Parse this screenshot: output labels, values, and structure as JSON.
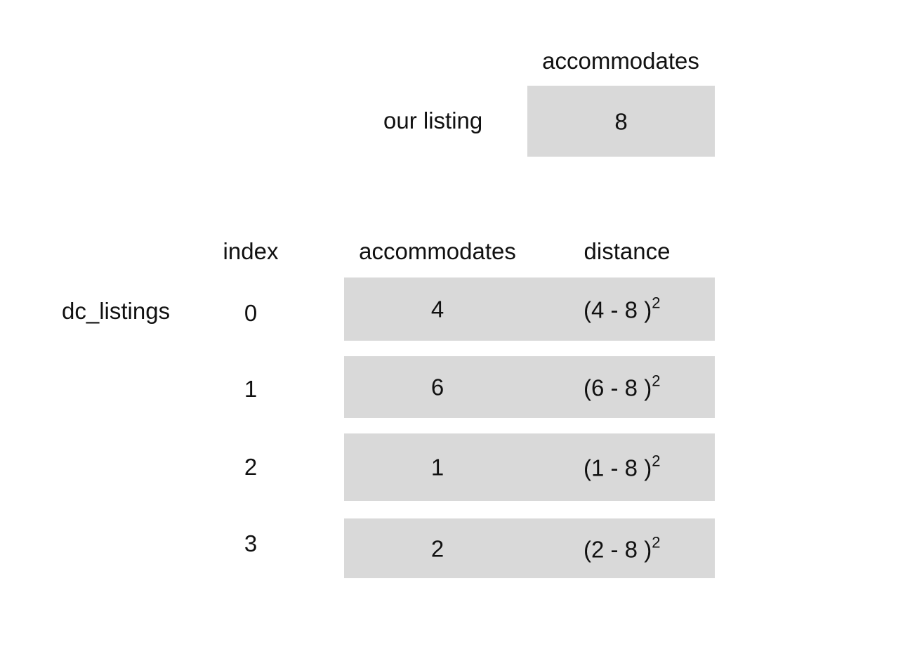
{
  "our_listing": {
    "column_header": "accommodates",
    "row_label": "our listing",
    "value": "8"
  },
  "dc_listings": {
    "label": "dc_listings",
    "headers": {
      "index": "index",
      "accommodates": "accommodates",
      "distance": "distance"
    },
    "rows": [
      {
        "index": "0",
        "accommodates": "4",
        "distance_base": "(4 - 8 )",
        "distance_exp": "2"
      },
      {
        "index": "1",
        "accommodates": "6",
        "distance_base": "(6 - 8 )",
        "distance_exp": "2"
      },
      {
        "index": "2",
        "accommodates": "1",
        "distance_base": "(1 - 8 )",
        "distance_exp": "2"
      },
      {
        "index": "3",
        "accommodates": "2",
        "distance_base": "(2 - 8 )",
        "distance_exp": "2"
      }
    ]
  }
}
